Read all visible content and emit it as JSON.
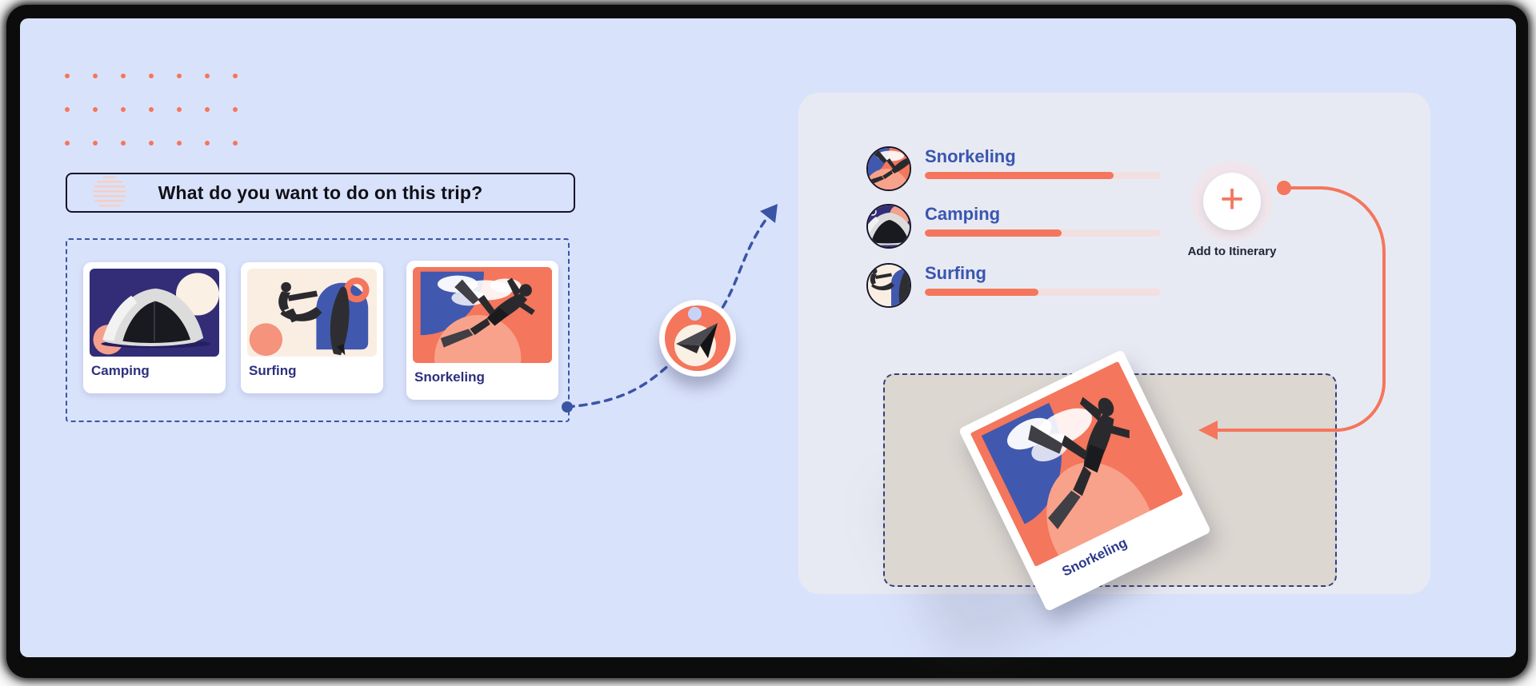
{
  "question": {
    "text": "What do you want to do on this trip?"
  },
  "options": {
    "items": [
      {
        "label": "Camping"
      },
      {
        "label": "Surfing"
      },
      {
        "label": "Snorkeling"
      }
    ]
  },
  "results": {
    "items": [
      {
        "label": "Snorkeling",
        "progress": 80
      },
      {
        "label": "Camping",
        "progress": 58
      },
      {
        "label": "Surfing",
        "progress": 48
      }
    ]
  },
  "itinerary": {
    "add_label": "Add to Itinerary",
    "plus_icon": "+"
  },
  "polaroid": {
    "caption": "Snorkeling"
  },
  "decor": {
    "dot_rows": 3,
    "dot_cols": 7
  },
  "colors": {
    "canvas": "#D9E2FB",
    "panel": "#E8EAF3",
    "coral": "#F4765C",
    "coral_soft": "#F5937D",
    "cream": "#FAF0E4",
    "navy_card": "#332D77",
    "blue_shape": "#4158AF",
    "label_blue": "#3A55B0",
    "card_label": "#2E2F7F",
    "track_pink": "#F2E0E0",
    "dropzone_beige": "#DCD7D0",
    "dash_navy": "#3A55A5"
  }
}
